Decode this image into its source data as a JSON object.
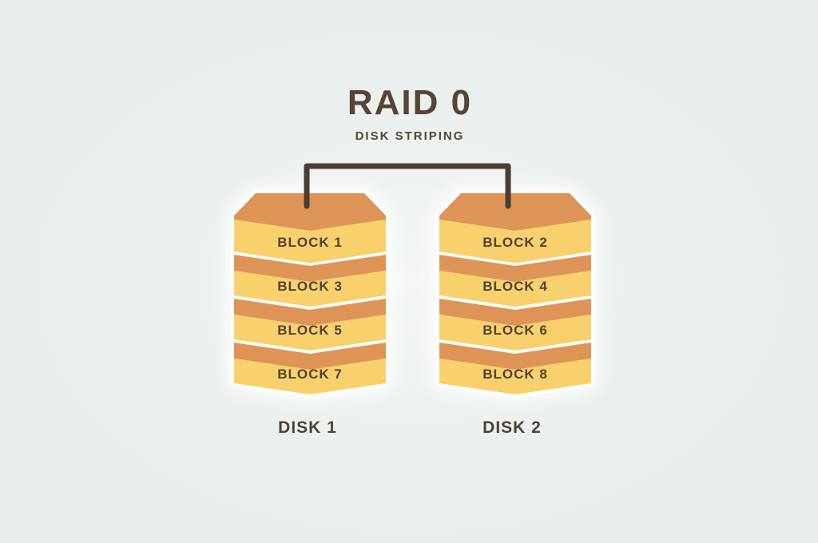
{
  "title": "RAID 0",
  "subtitle": "DISK STRIPING",
  "colors": {
    "background": "#E8EEEC",
    "block_yellow": "#F8D16C",
    "block_orange": "#DE9456",
    "label_brown": "#4F4135",
    "title_brown": "#574434",
    "connector_brown": "#4C3C32",
    "outline_white": "#FFFFFF"
  },
  "disks": [
    {
      "label": "DISK 1",
      "blocks": [
        "BLOCK 1",
        "BLOCK 3",
        "BLOCK 5",
        "BLOCK 7"
      ]
    },
    {
      "label": "DISK 2",
      "blocks": [
        "BLOCK 2",
        "BLOCK 4",
        "BLOCK 6",
        "BLOCK 8"
      ]
    }
  ]
}
